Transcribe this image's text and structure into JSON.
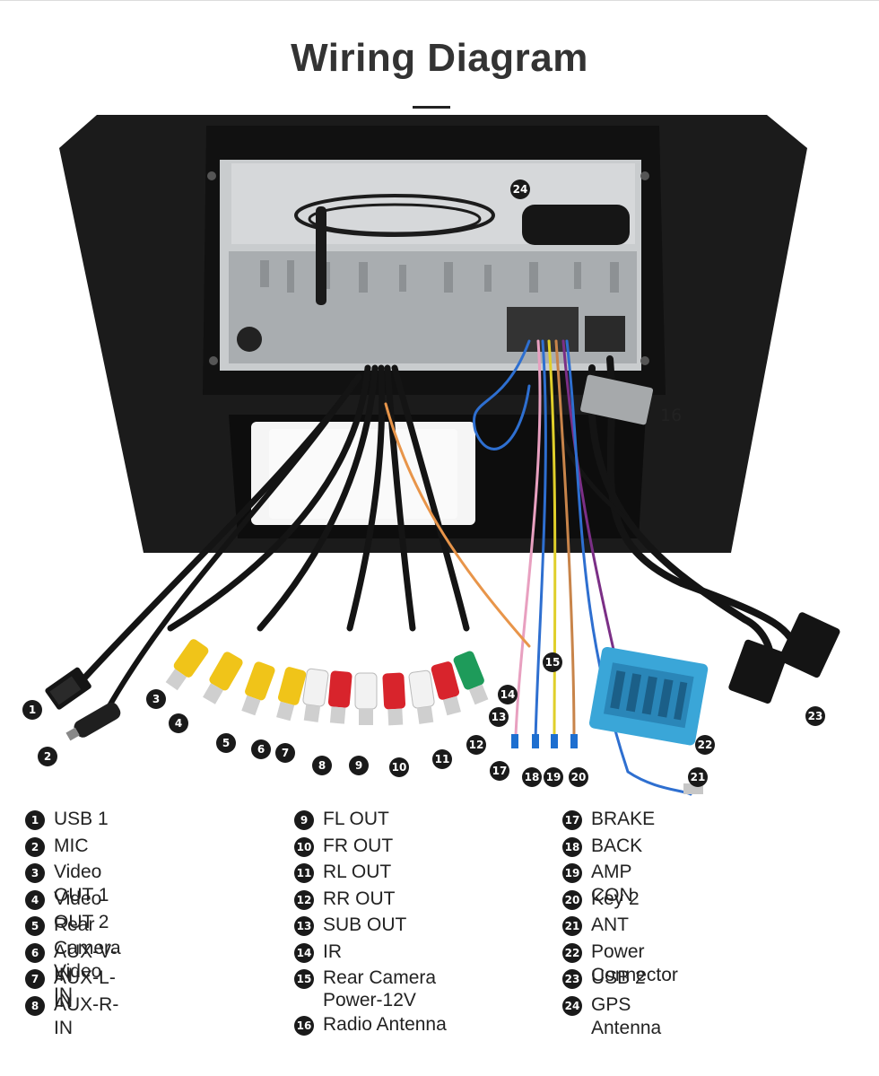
{
  "title": "Wiring Diagram",
  "label_16": "16",
  "legend": [
    {
      "num": "1",
      "text": "USB 1"
    },
    {
      "num": "2",
      "text": "MIC"
    },
    {
      "num": "3",
      "text": "Video OUT 1"
    },
    {
      "num": "4",
      "text": "Video OUT 2"
    },
    {
      "num": "5",
      "text": "Rear Camera Video IN"
    },
    {
      "num": "6",
      "text": "AUX-V-IN"
    },
    {
      "num": "7",
      "text": "AUX-L-IN"
    },
    {
      "num": "8",
      "text": "AUX-R-IN"
    },
    {
      "num": "9",
      "text": "FL OUT"
    },
    {
      "num": "10",
      "text": "FR OUT"
    },
    {
      "num": "11",
      "text": "RL OUT"
    },
    {
      "num": "12",
      "text": "RR OUT"
    },
    {
      "num": "13",
      "text": "SUB OUT"
    },
    {
      "num": "14",
      "text": "IR"
    },
    {
      "num": "15",
      "text": "Rear Camera Power-12V"
    },
    {
      "num": "16",
      "text": "Radio Antenna"
    },
    {
      "num": "17",
      "text": "BRAKE"
    },
    {
      "num": "18",
      "text": "BACK"
    },
    {
      "num": "19",
      "text": "AMP CON"
    },
    {
      "num": "20",
      "text": "Key 2"
    },
    {
      "num": "21",
      "text": "ANT"
    },
    {
      "num": "22",
      "text": "Power Connector"
    },
    {
      "num": "23",
      "text": "USB 2"
    },
    {
      "num": "24",
      "text": "GPS Antenna"
    }
  ],
  "colors": {
    "frame": "#1b1b1b",
    "unit": "#b9bcbf",
    "yellow": "#f0c419",
    "white": "#f2f2f2",
    "red": "#d8242c",
    "green": "#1e9b5a",
    "connector_blue": "#3aa6d8"
  }
}
